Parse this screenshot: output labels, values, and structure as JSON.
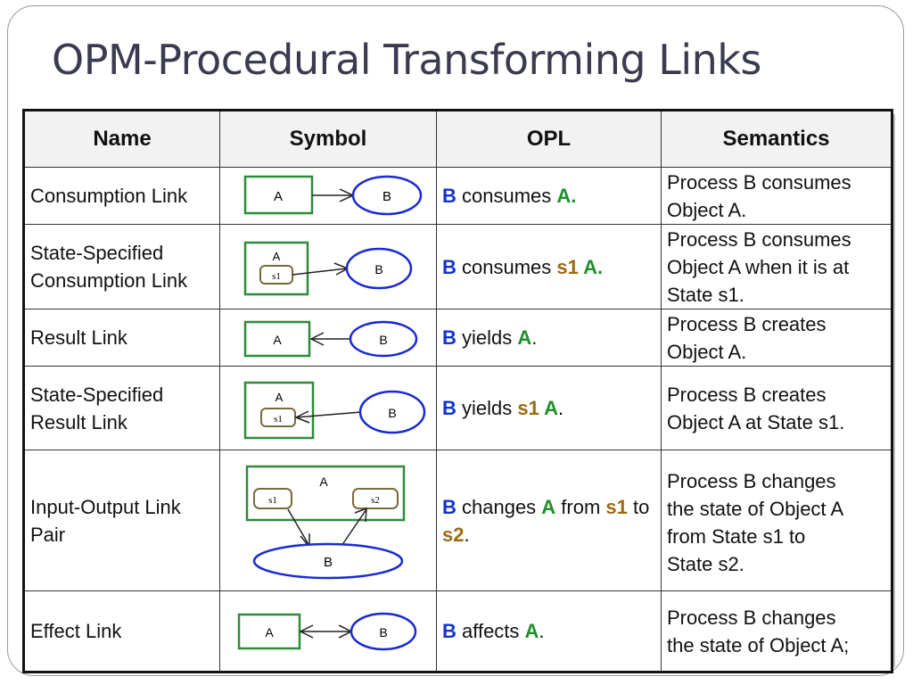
{
  "title": "OPM-Procedural Transforming Links",
  "headers": [
    "Name",
    "Symbol",
    "OPL",
    "Semantics"
  ],
  "diagram_labels": {
    "object": "A",
    "process": "B",
    "state1": "s1",
    "state2": "s2"
  },
  "colors": {
    "process_blue": "#1533c9",
    "object_green": "#1e8f2a",
    "state_brown": "#9b6a12"
  },
  "rows": [
    {
      "name": "Consumption Link",
      "opl": {
        "b": "B",
        "verb": " consumes ",
        "a": "A."
      },
      "semantics": [
        "Process B consumes",
        "Object A."
      ]
    },
    {
      "name_lines": [
        "State-Specified",
        "Consumption Link"
      ],
      "opl": {
        "b": "B",
        "verb": " consumes ",
        "s": "s1",
        "a": " A."
      },
      "semantics": [
        "Process B consumes",
        "Object A when it is at",
        "State s1."
      ]
    },
    {
      "name": "Result Link",
      "opl": {
        "b": "B",
        "verb": " yields ",
        "a": "A",
        "end": "."
      },
      "semantics": [
        "Process B creates",
        "Object A."
      ]
    },
    {
      "name_lines": [
        "State-Specified",
        "Result Link"
      ],
      "opl": {
        "b": "B",
        "verb": " yields ",
        "s": "s1",
        "a": " A",
        "end": "."
      },
      "semantics": [
        "Process B creates",
        "Object A at State s1."
      ]
    },
    {
      "name_lines": [
        "Input-Output Link",
        "Pair"
      ],
      "opl": {
        "b": "B",
        "verb": " changes ",
        "a": "A",
        "from": " from ",
        "s1": "s1",
        "to": " to",
        "s2": "s2",
        "end": "."
      },
      "semantics": [
        "Process B changes",
        "the state of Object A",
        "from State s1 to",
        "State s2."
      ]
    },
    {
      "name": "Effect Link",
      "opl": {
        "b": "B",
        "verb": " affects ",
        "a": "A",
        "end": "."
      },
      "semantics": [
        "Process B changes",
        "the state of Object A;"
      ]
    }
  ]
}
